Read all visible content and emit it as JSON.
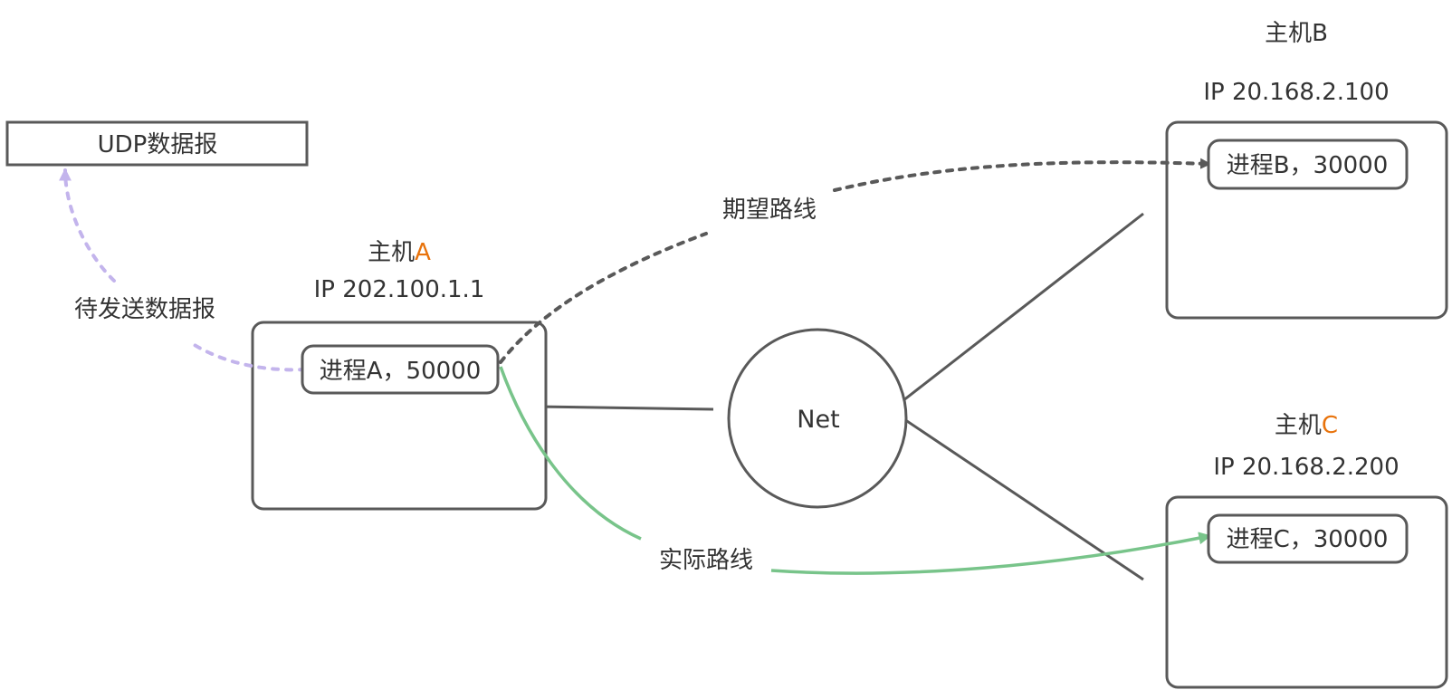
{
  "udp_box": {
    "label": "UDP数据报"
  },
  "host_a": {
    "title_prefix": "主机",
    "title_suffix": "A",
    "ip": "IP 202.100.1.1",
    "process": "进程A，50000"
  },
  "host_b": {
    "title": "主机B",
    "ip": "IP 20.168.2.100",
    "process": "进程B，30000"
  },
  "host_c": {
    "title_prefix": "主机",
    "title_suffix": "C",
    "ip": "IP 20.168.2.200",
    "process": "进程C，30000"
  },
  "network": {
    "label": "Net"
  },
  "edges": {
    "pending": "待发送数据报",
    "expected": "期望路线",
    "actual": "实际路线"
  },
  "colors": {
    "accent": "#e8730c",
    "line": "#595959",
    "purple_dash": "#c3b4ec",
    "green_route": "#78c48a"
  }
}
